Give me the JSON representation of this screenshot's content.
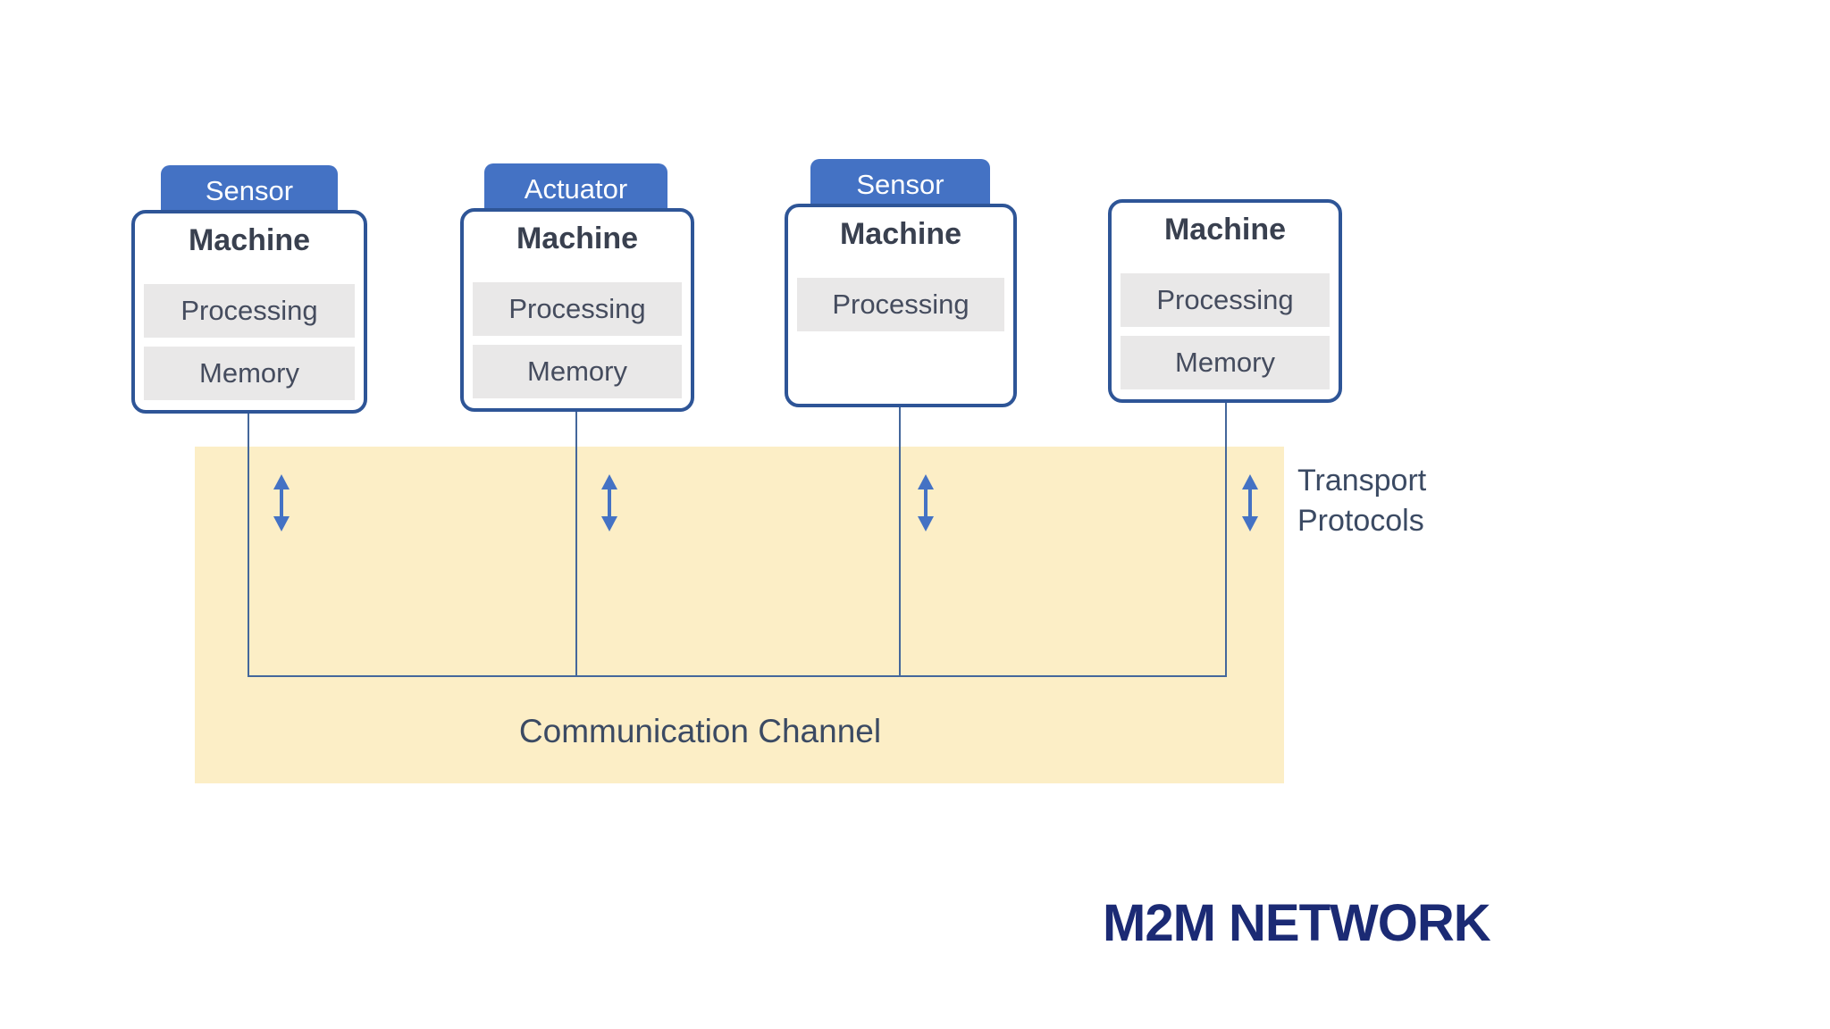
{
  "title": {
    "text": "M2M NETWORK"
  },
  "machines": [
    {
      "role": "Sensor",
      "name": "Machine",
      "components": [
        "Processing",
        "Memory"
      ]
    },
    {
      "role": "Actuator",
      "name": "Machine",
      "components": [
        "Processing",
        "Memory"
      ]
    },
    {
      "role": "Sensor",
      "name": "Machine",
      "components": [
        "Processing"
      ]
    },
    {
      "name": "Machine",
      "components": [
        "Processing",
        "Memory"
      ]
    }
  ],
  "channel": {
    "label": "Communication Channel"
  },
  "transport": {
    "label": "Transport\nProtocols"
  },
  "icons": {
    "updown_arrow": "double-headed vertical arrow"
  },
  "colors": {
    "tab": "#4472C4",
    "border": "#2E5597",
    "line": "#44679B",
    "arrow": "#4472C4",
    "channel": "#FCEEC6",
    "row": "#E9E8E8",
    "textdark": "#39404F",
    "textrow": "#454C5E",
    "textmid": "#3B4A63",
    "title": "#1B2A74"
  }
}
